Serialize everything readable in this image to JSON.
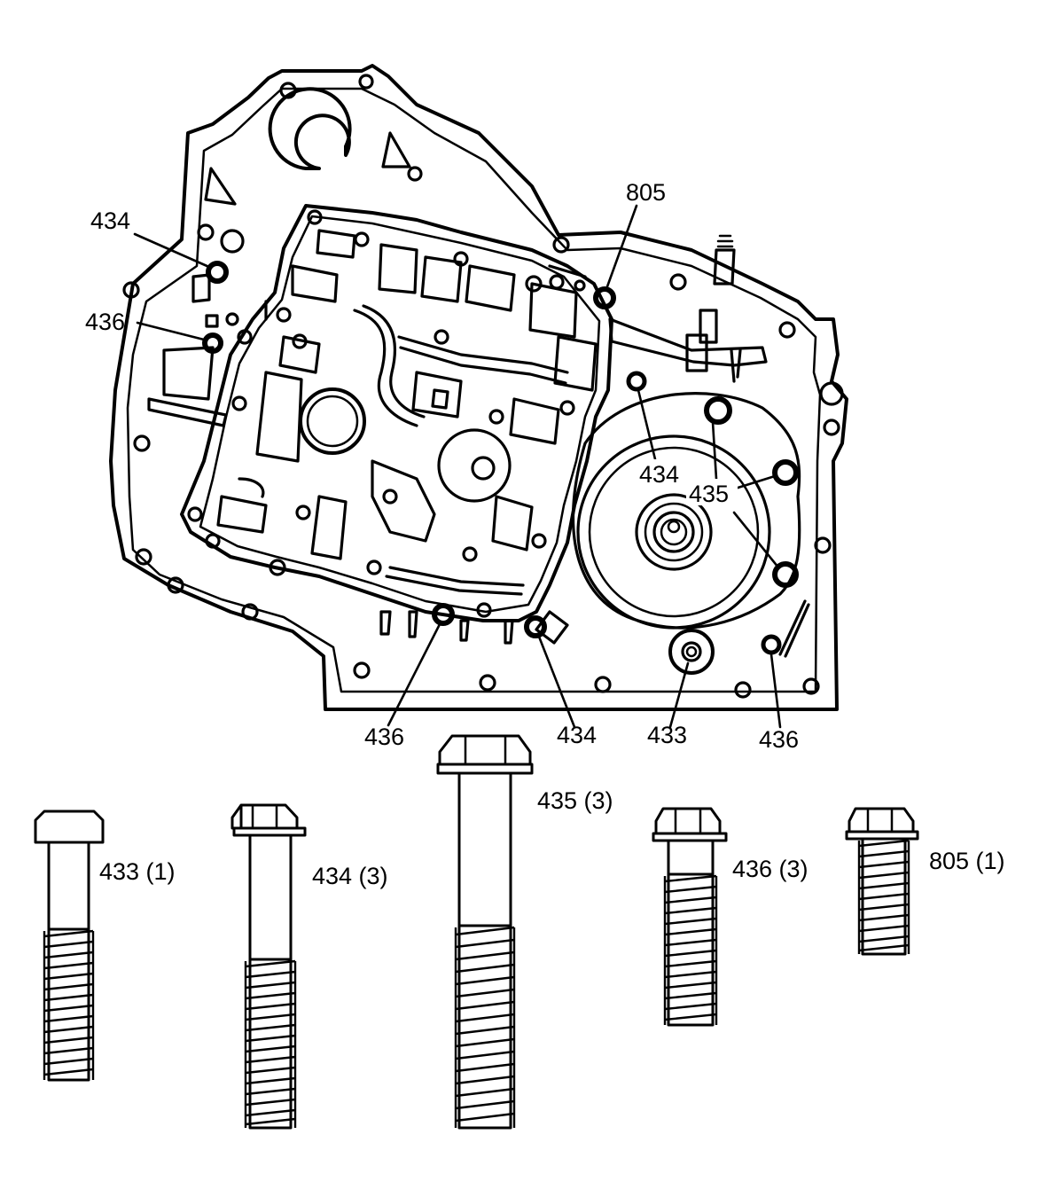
{
  "callouts": {
    "top_left_434": "434",
    "top_left_436": "436",
    "top_805": "805",
    "center_434": "434",
    "center_435": "435",
    "bottom_436_left": "436",
    "bottom_434": "434",
    "bottom_433": "433",
    "bottom_436_right": "436"
  },
  "bolt_labels": {
    "b433": "433 (1)",
    "b434": "434 (3)",
    "b435": "435 (3)",
    "b436": "436 (3)",
    "b805": "805 (1)"
  }
}
